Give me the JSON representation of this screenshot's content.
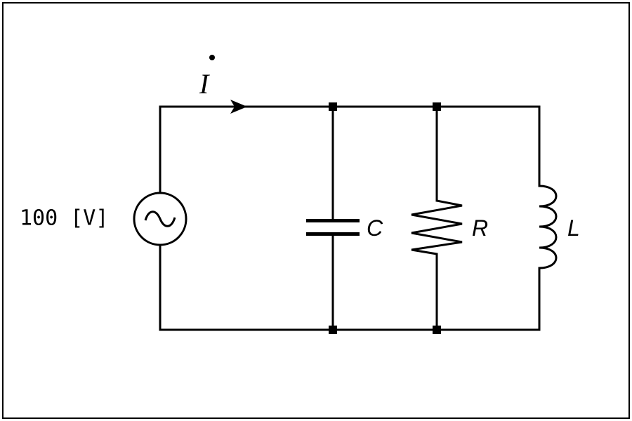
{
  "source": {
    "label": "100 [V]",
    "symbol": "~"
  },
  "current": {
    "label": "I",
    "phasor_dot": true,
    "direction": "right"
  },
  "components": {
    "capacitor": {
      "label": "C"
    },
    "resistor": {
      "label": "R"
    },
    "inductor": {
      "label": "L"
    }
  }
}
